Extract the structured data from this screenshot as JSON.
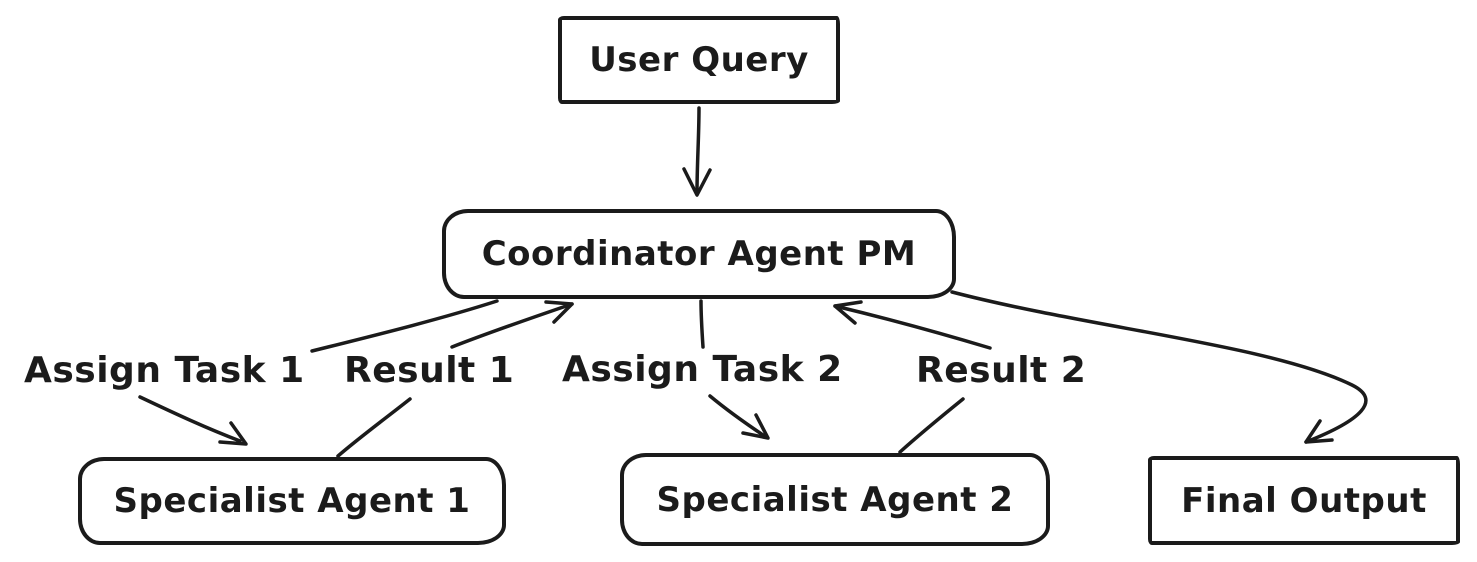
{
  "canvas": {
    "background": "#ffffff",
    "stroke_color": "#1b1b1b"
  },
  "nodes": {
    "user_query": {
      "label": "User Query",
      "shape": "rectangle"
    },
    "coordinator": {
      "label": "Coordinator Agent PM",
      "shape": "rounded"
    },
    "specialist_1": {
      "label": "Specialist Agent 1",
      "shape": "rounded"
    },
    "specialist_2": {
      "label": "Specialist Agent 2",
      "shape": "rounded"
    },
    "final_output": {
      "label": "Final Output",
      "shape": "rectangle"
    }
  },
  "edge_labels": {
    "assign_task_1": "Assign Task 1",
    "result_1": "Result 1",
    "assign_task_2": "Assign Task 2",
    "result_2": "Result 2"
  },
  "edges": [
    {
      "from": "User Query",
      "to": "Coordinator Agent PM",
      "label": ""
    },
    {
      "from": "Coordinator Agent PM",
      "to": "Specialist Agent 1",
      "label": "Assign Task 1"
    },
    {
      "from": "Specialist Agent 1",
      "to": "Coordinator Agent PM",
      "label": "Result 1"
    },
    {
      "from": "Coordinator Agent PM",
      "to": "Specialist Agent 2",
      "label": "Assign Task 2"
    },
    {
      "from": "Specialist Agent 2",
      "to": "Coordinator Agent PM",
      "label": "Result 2"
    },
    {
      "from": "Coordinator Agent PM",
      "to": "Final Output",
      "label": ""
    }
  ]
}
